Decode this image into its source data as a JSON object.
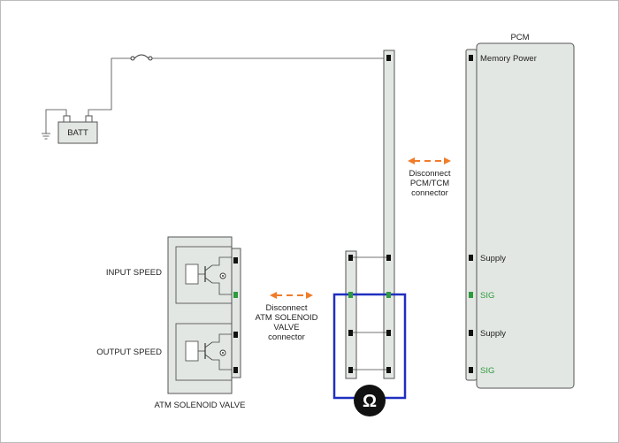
{
  "battery": {
    "label": "BATT"
  },
  "pcm": {
    "title": "PCM",
    "pins": [
      {
        "label": "Memory Power",
        "signal": false
      },
      {
        "label": "Supply",
        "signal": false
      },
      {
        "label": "SIG",
        "signal": true
      },
      {
        "label": "Supply",
        "signal": false
      },
      {
        "label": "SIG",
        "signal": true
      }
    ]
  },
  "pcm_note": {
    "line1": "Disconnect",
    "line2": "PCM/TCM",
    "line3": "connector"
  },
  "solenoid_note": {
    "line1": "Disconnect",
    "line2": "ATM SOLENOID",
    "line3": "VALVE",
    "line4": "connector"
  },
  "sensors": {
    "input_label": "INPUT SPEED",
    "output_label": "OUTPUT SPEED",
    "caption": "ATM SOLENOID VALVE"
  },
  "meter": {
    "symbol": "Ω"
  },
  "colors": {
    "panel": "#e3e7e3",
    "arrow": "#f07c2a",
    "meter_lead": "#1f2fbf",
    "signal_pin": "#2e9b3e",
    "signal_text": "#2e9b3e"
  }
}
